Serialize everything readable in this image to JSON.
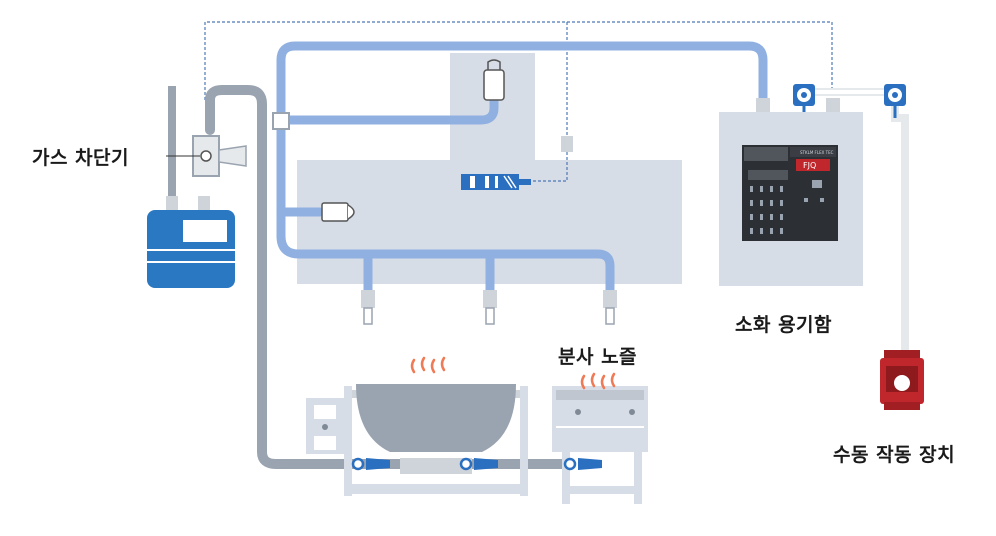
{
  "labels": {
    "gas_shutoff": "가스 차단기",
    "nozzle": "분사 노즐",
    "cabinet": "소화 용기함",
    "manual": "수동 작동 장치"
  },
  "panel": {
    "header": "STKLM FLEX TEC",
    "brand": "FJQ"
  },
  "colors": {
    "pipe_blue": "#8fb0e0",
    "pipe_gray": "#9aa4b0",
    "hood_gray": "#d7dde6",
    "meter_blue": "#2a78c2",
    "nozzle_blue": "#2a6fc0",
    "manual_red": "#c0272d",
    "heat_orange": "#f07a55"
  }
}
